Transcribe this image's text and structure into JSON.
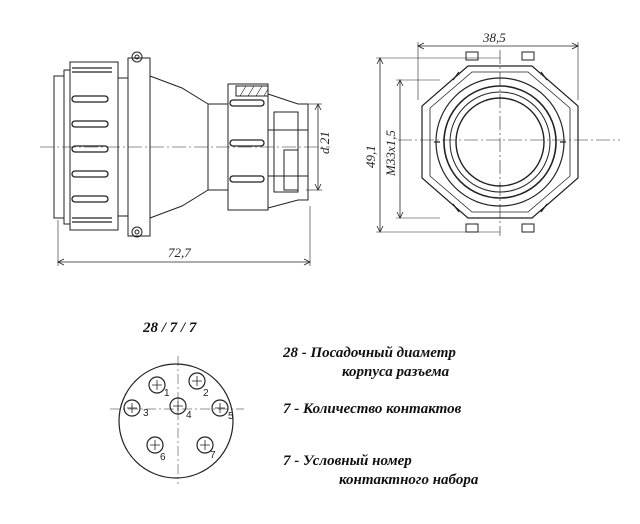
{
  "dimensions": {
    "width_top": "38,5",
    "height_outer": "49,1",
    "thread": "M33x1,5",
    "diameter": "d 21",
    "length": "72,7"
  },
  "code": "28 / 7 / 7",
  "pin_labels": [
    "1",
    "2",
    "3",
    "4",
    "5",
    "6",
    "7"
  ],
  "legend": {
    "line1a": "28 -  Посадочный диаметр",
    "line1b": "корпуса разъема",
    "line2": "7 - Количество контактов",
    "line3a": "7 - Условный номер",
    "line3b": "контактного набора"
  }
}
